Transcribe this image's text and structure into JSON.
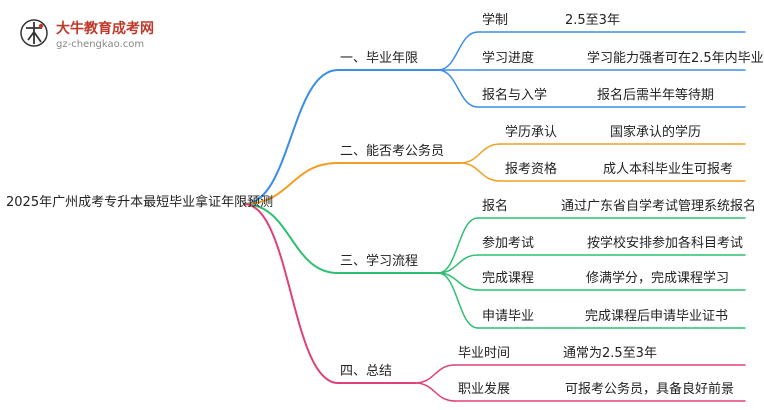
{
  "brand": {
    "name": "大牛教育成考网",
    "domain": "gz-chengkao.com",
    "colors": {
      "red": "#c0392b",
      "grey": "#888888"
    }
  },
  "root": "2025年广州成考专升本最短毕业拿证年限预测",
  "colors": {
    "root_edge": "#e74c3c",
    "branch1": "#3b8ee5",
    "branch2": "#f0a020",
    "branch3": "#2fbf71",
    "branch4": "#e0407a"
  },
  "branches": [
    {
      "label": "一、毕业年限",
      "items": [
        {
          "key": "学制",
          "value": "2.5至3年"
        },
        {
          "key": "学习进度",
          "value": "学习能力强者可在2.5年内毕业"
        },
        {
          "key": "报名与入学",
          "value": "报名后需半年等待期"
        }
      ]
    },
    {
      "label": "二、能否考公务员",
      "items": [
        {
          "key": "学历承认",
          "value": "国家承认的学历"
        },
        {
          "key": "报考资格",
          "value": "成人本科毕业生可报考"
        }
      ]
    },
    {
      "label": "三、学习流程",
      "items": [
        {
          "key": "报名",
          "value": "通过广东省自学考试管理系统报名"
        },
        {
          "key": "参加考试",
          "value": "按学校安排参加各科目考试"
        },
        {
          "key": "完成课程",
          "value": "修满学分，完成课程学习"
        },
        {
          "key": "申请毕业",
          "value": "完成课程后申请毕业证书"
        }
      ]
    },
    {
      "label": "四、总结",
      "items": [
        {
          "key": "毕业时间",
          "value": "通常为2.5至3年"
        },
        {
          "key": "职业发展",
          "value": "可报考公务员，具备良好前景"
        }
      ]
    }
  ]
}
